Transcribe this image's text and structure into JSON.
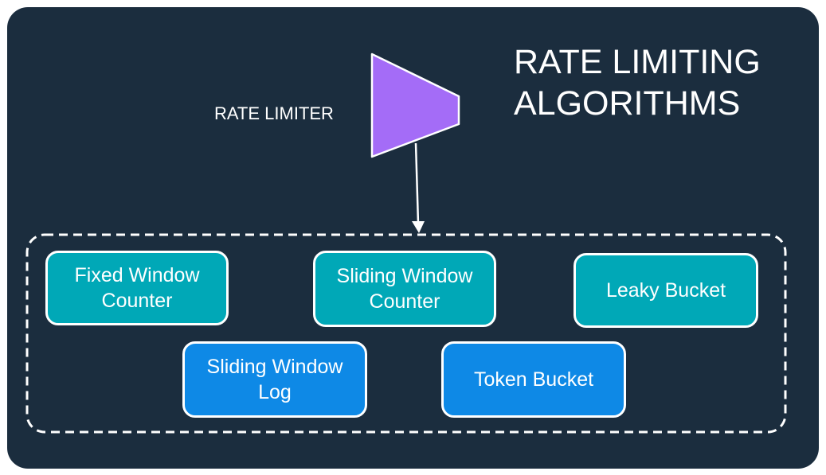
{
  "title": {
    "line1": "RATE LIMITING",
    "line2": "ALGORITHMS"
  },
  "limiter": {
    "label": "RATE LIMITER"
  },
  "colors": {
    "background": "#1b2d3e",
    "limiter_fill": "#a46cf7",
    "teal_box": "#00a8b7",
    "blue_box": "#0e89e6",
    "stroke": "#ffffff"
  },
  "algorithms": [
    {
      "line1": "Fixed Window",
      "line2": "Counter"
    },
    {
      "line1": "Sliding Window",
      "line2": "Counter"
    },
    {
      "line1": "Leaky Bucket",
      "line2": ""
    },
    {
      "line1": "Sliding Window",
      "line2": "Log"
    },
    {
      "line1": "Token Bucket",
      "line2": ""
    }
  ]
}
